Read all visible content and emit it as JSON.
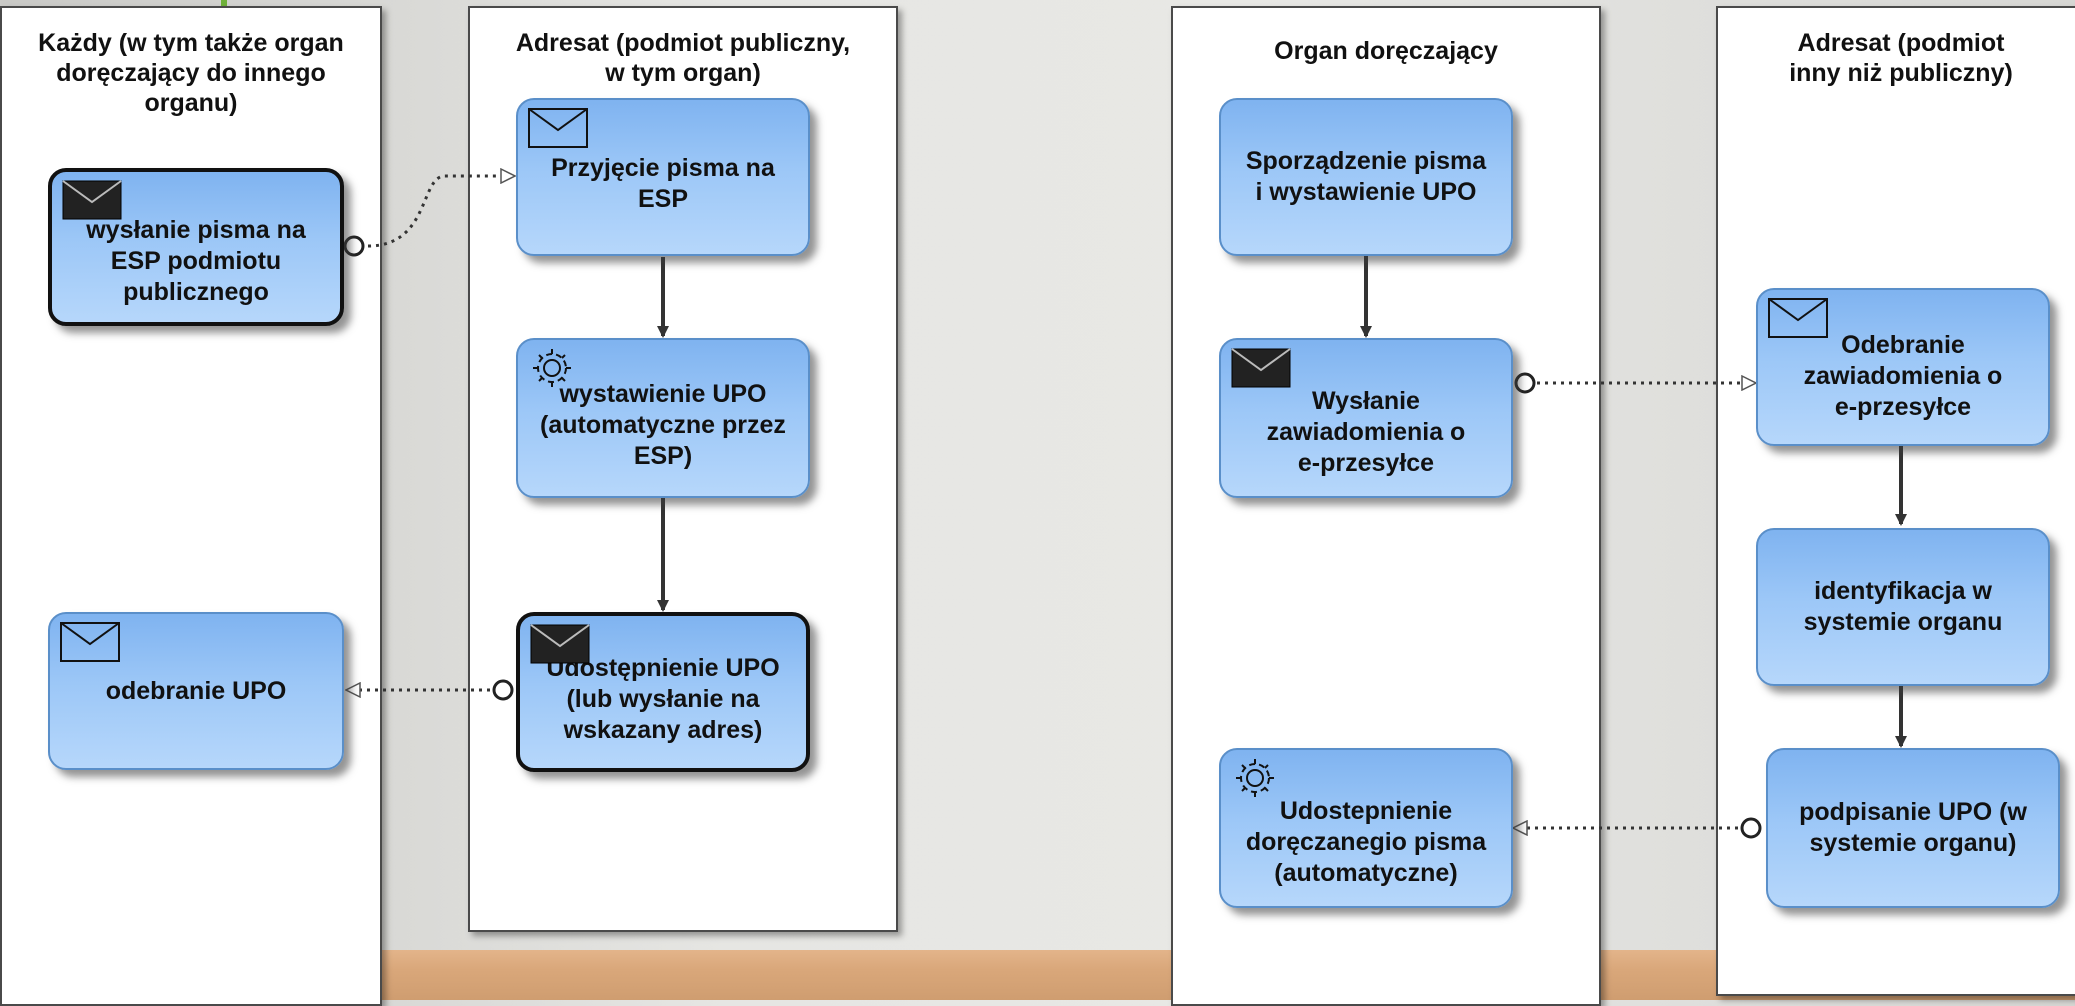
{
  "lanes": [
    {
      "id": "lane-kazdy",
      "title": "Każdy (w tym także organ\ndoręczający do innego\norganu)"
    },
    {
      "id": "lane-adresat-publiczny",
      "title": "Adresat (podmiot publiczny,\nw tym organ)"
    },
    {
      "id": "lane-organ",
      "title": "Organ doręczający"
    },
    {
      "id": "lane-adresat-inny",
      "title": "Adresat (podmiot\ninny niż publiczny)"
    }
  ],
  "tasks": [
    {
      "id": "wyslanie-pisma",
      "label": "wysłanie pisma na\nESP podmiotu\npublicznego",
      "icon": "envelope-filled-icon"
    },
    {
      "id": "odebranie-upo",
      "label": "odebranie UPO",
      "icon": "envelope-outline-icon"
    },
    {
      "id": "przyjecie-pisma",
      "label": "Przyjęcie pisma na\nESP",
      "icon": "envelope-outline-icon"
    },
    {
      "id": "wystawienie-upo",
      "label": "wystawienie UPO\n(automatyczne przez\nESP)",
      "icon": "gear-icon"
    },
    {
      "id": "udostepnienie-upo",
      "label": "Udostępnienie UPO\n(lub wysłanie na\nwskazany adres)",
      "icon": "envelope-filled-icon"
    },
    {
      "id": "sporzadzenie-pisma",
      "label": "Sporządzenie pisma\ni wystawienie UPO",
      "icon": ""
    },
    {
      "id": "wyslanie-zawiadomienia",
      "label": "Wysłanie\nzawiadomienia o\ne-przesyłce",
      "icon": "envelope-filled-icon"
    },
    {
      "id": "udostepnienie-pisma",
      "label": "Udostepnienie\ndoręczanegio pisma\n(automatyczne)",
      "icon": "gear-icon"
    },
    {
      "id": "odebranie-zawiadomienia",
      "label": "Odebranie\nzawiadomienia o\ne-przesyłce",
      "icon": "envelope-outline-icon"
    },
    {
      "id": "identyfikacja",
      "label": "identyfikacja w\nsystemie organu",
      "icon": ""
    },
    {
      "id": "podpisanie-upo",
      "label": "podpisanie UPO (w\nsystemie organu)",
      "icon": ""
    }
  ],
  "colors": {
    "task_top": "#7fb3f0",
    "task_bottom": "#b6d7fb",
    "task_border": "#5a8fc9",
    "flow_line": "#333333"
  }
}
